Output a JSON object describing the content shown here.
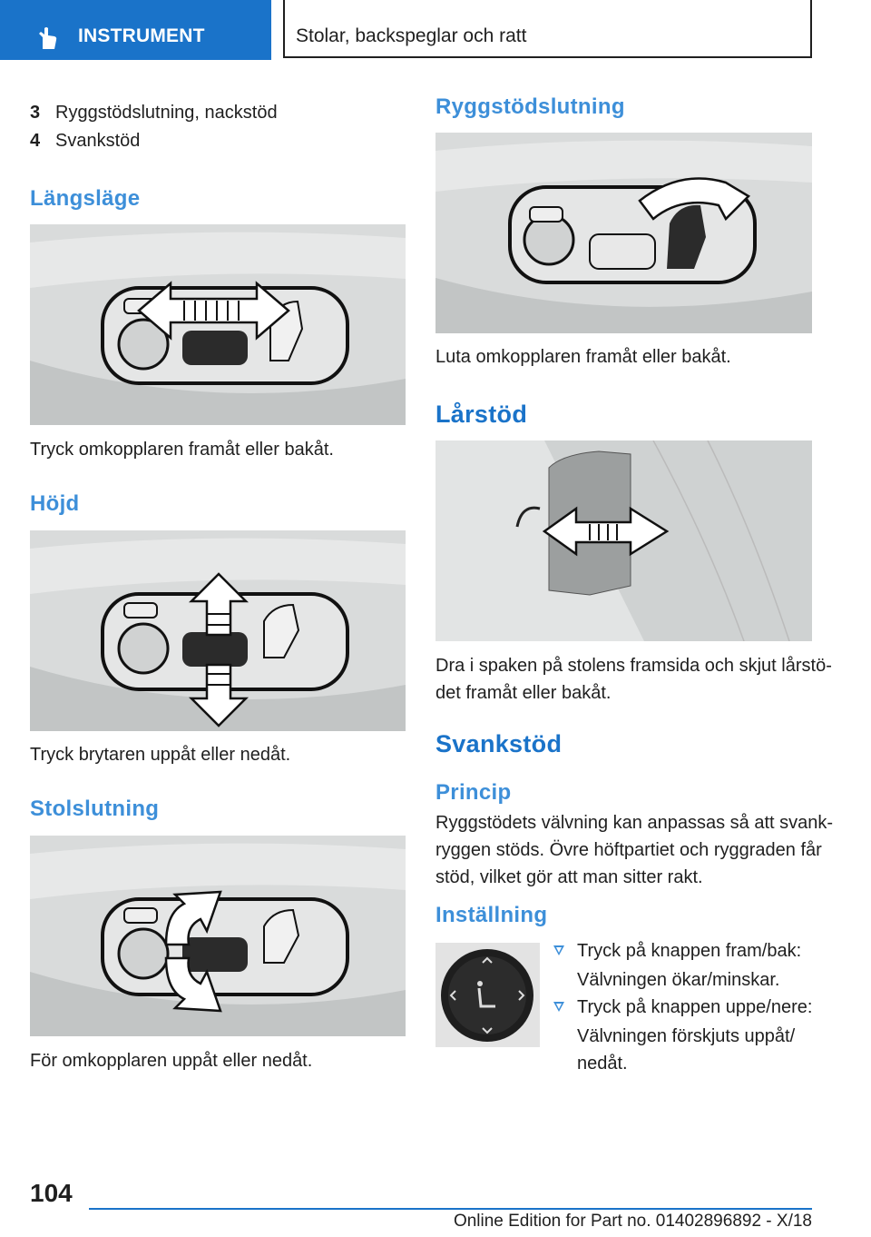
{
  "header": {
    "tab_label": "INSTRUMENT",
    "chapter_title": "Stolar, backspeglar och ratt",
    "accent_color": "#1a73c9"
  },
  "list": [
    {
      "num": "3",
      "text": "Ryggstödslutning, nackstöd"
    },
    {
      "num": "4",
      "text": "Svankstöd"
    }
  ],
  "left": {
    "s1_heading": "Längsläge",
    "s1_caption": "Tryck omkopplaren framåt eller bakåt.",
    "s2_heading": "Höjd",
    "s2_caption": "Tryck brytaren uppåt eller nedåt.",
    "s3_heading": "Stolslutning",
    "s3_caption": "För omkopplaren uppåt eller nedåt."
  },
  "right": {
    "s1_heading": "Ryggstödslutning",
    "s1_caption": "Luta omkopplaren framåt eller bakåt.",
    "s2_heading": "Lårstöd",
    "s2_caption_line1": "Dra i spaken på stolens framsida och skjut lårstö-",
    "s2_caption_line2": "det framåt eller bakåt.",
    "s3_heading": "Svankstöd",
    "principle_heading": "Princip",
    "principle_line1": "Ryggstödets välvning kan anpassas så att svank-",
    "principle_line2": "ryggen stöds. Övre höftpartiet och ryggraden får",
    "principle_line3": "stöd, vilket gör att man sitter rakt.",
    "setting_heading": "Inställning",
    "bullets": [
      {
        "text": "Tryck på knappen fram/bak:",
        "sub": "Välvningen ökar/minskar."
      },
      {
        "text": "Tryck på knappen uppe/nere:",
        "sub1": "Välvningen förskjuts uppåt/",
        "sub2": "nedåt."
      }
    ]
  },
  "footer": {
    "page_number": "104",
    "edition": "Online Edition for Part no. 01402896892 - X/18"
  }
}
